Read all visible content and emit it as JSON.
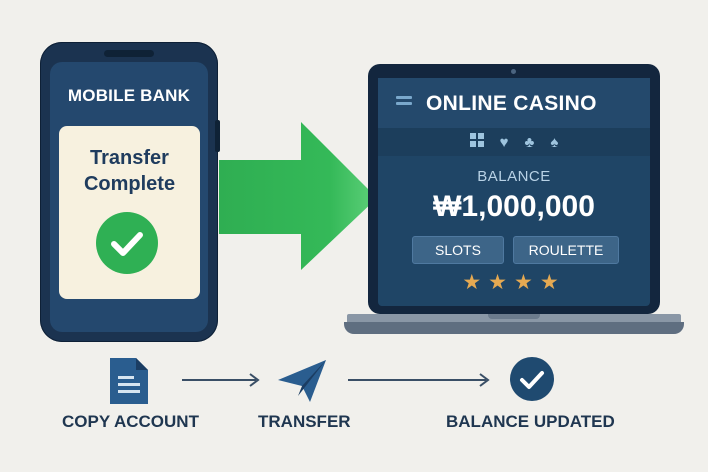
{
  "phone": {
    "title": "MOBILE BANK",
    "card_line1": "Transfer",
    "card_line2": "Complete",
    "check_icon": "check-circle-icon",
    "check_color": "#2fb054"
  },
  "transfer_arrow": {
    "icon": "right-arrow-icon",
    "color": "#2fb054"
  },
  "laptop": {
    "title": "ONLINE CASINO",
    "menu_icon": "menu-icon",
    "suit_icons": [
      "grid-icon",
      "heart-icon",
      "club-icon",
      "spade-icon"
    ],
    "balance_label": "BALANCE",
    "balance_value": "₩1,000,000",
    "buttons": [
      {
        "label": "SLOTS"
      },
      {
        "label": "ROULETTE"
      }
    ],
    "stars": "★★★★",
    "star_color": "#e5a952"
  },
  "steps": [
    {
      "label": "COPY ACCOUNT",
      "icon": "document-icon"
    },
    {
      "label": "TRANSFER",
      "icon": "paper-plane-icon"
    },
    {
      "label": "BALANCE UPDATED",
      "icon": "check-circle-icon"
    }
  ],
  "colors": {
    "background": "#f1f0ec",
    "navy": "#1b3350",
    "accent_blue": "#2a5d8f"
  }
}
